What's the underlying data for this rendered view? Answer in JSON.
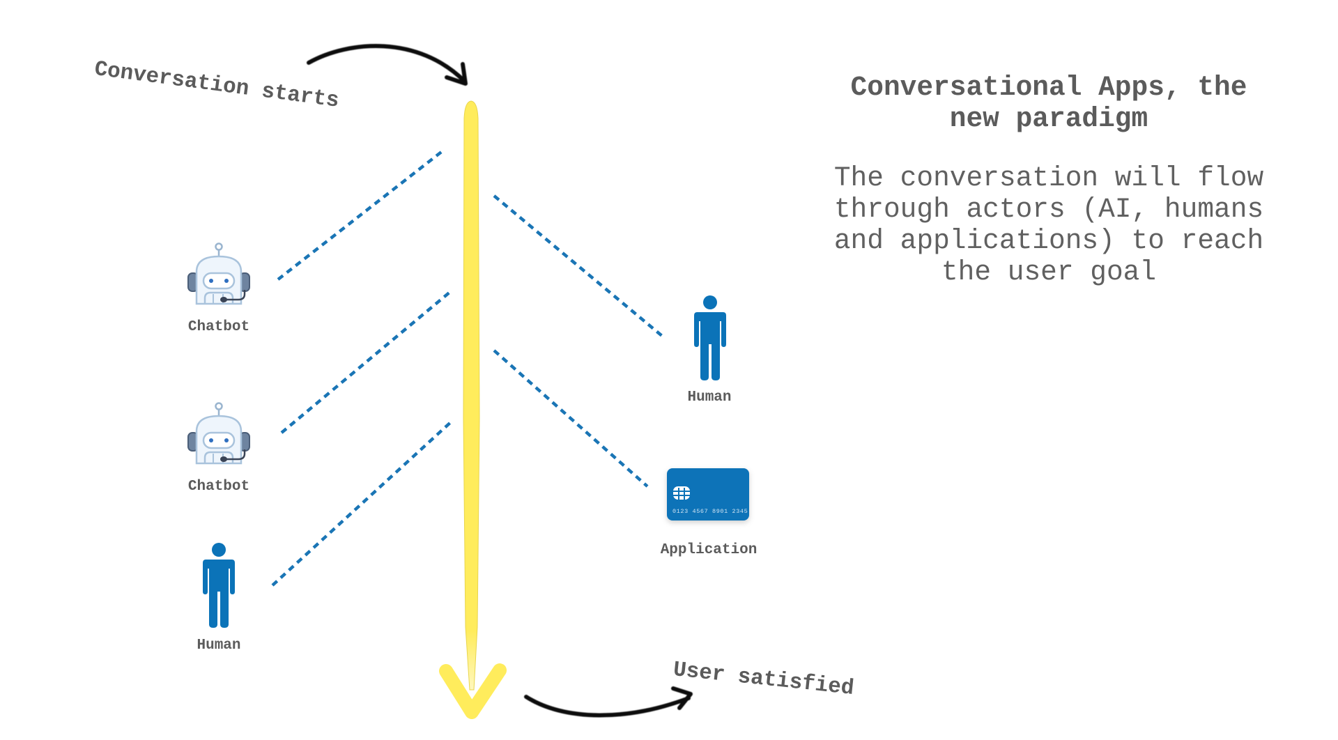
{
  "flow": {
    "start_label": "Conversation starts",
    "end_label": "User satisfied"
  },
  "info": {
    "title_line1": "Conversational Apps, the",
    "title_line2": "new paradigm",
    "description_lines": [
      "The conversation will flow",
      "through actors (AI, humans",
      "and applications) to reach",
      "the user goal"
    ]
  },
  "actors": {
    "left": [
      {
        "type": "chatbot",
        "icon": "chatbot-icon",
        "label": "Chatbot"
      },
      {
        "type": "chatbot",
        "icon": "chatbot-icon",
        "label": "Chatbot"
      },
      {
        "type": "human",
        "icon": "human-icon",
        "label": "Human"
      }
    ],
    "right": [
      {
        "type": "human",
        "icon": "human-icon",
        "label": "Human"
      },
      {
        "type": "application",
        "icon": "credit-card-icon",
        "label": "Application",
        "card_number": "0123 4567 8901 2345"
      }
    ]
  },
  "colors": {
    "flow_yellow": "#ffec5c",
    "connector_blue": "#1a75b5",
    "actor_blue": "#0b73b8",
    "text_gray": "#5b5b5b",
    "arrow_black": "#111111"
  }
}
